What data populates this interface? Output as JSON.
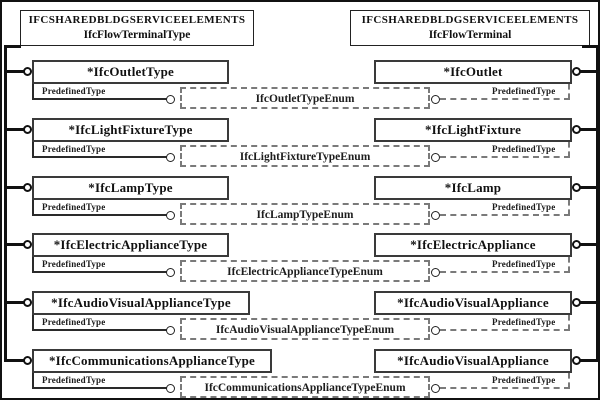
{
  "diagram": {
    "left_header": {
      "schema": "IFCSHAREDBLDGSERVICEELEMENTS",
      "entity": "IfcFlowTerminalType"
    },
    "right_header": {
      "schema": "IFCSHAREDBLDGSERVICEELEMENTS",
      "entity": "IfcFlowTerminal"
    },
    "attr_label": "PredefinedType",
    "rows": [
      {
        "left": "*IfcOutletType",
        "enum": "IfcOutletTypeEnum",
        "right": "*IfcOutlet"
      },
      {
        "left": "*IfcLightFixtureType",
        "enum": "IfcLightFixtureTypeEnum",
        "right": "*IfcLightFixture"
      },
      {
        "left": "*IfcLampType",
        "enum": "IfcLampTypeEnum",
        "right": "*IfcLamp"
      },
      {
        "left": "*IfcElectricApplianceType",
        "enum": "IfcElectricApplianceTypeEnum",
        "right": "*IfcElectricAppliance"
      },
      {
        "left": "*IfcAudioVisualApplianceType",
        "enum": "IfcAudioVisualApplianceTypeEnum",
        "right": "*IfcAudioVisualAppliance"
      },
      {
        "left": "*IfcCommunicationsApplianceType",
        "enum": "IfcCommunicationsApplianceTypeEnum",
        "right": "*IfcAudioVisualAppliance"
      }
    ],
    "colors": {
      "line": "#111111",
      "dash": "#7a7a7a",
      "background": "#ffffff"
    }
  }
}
